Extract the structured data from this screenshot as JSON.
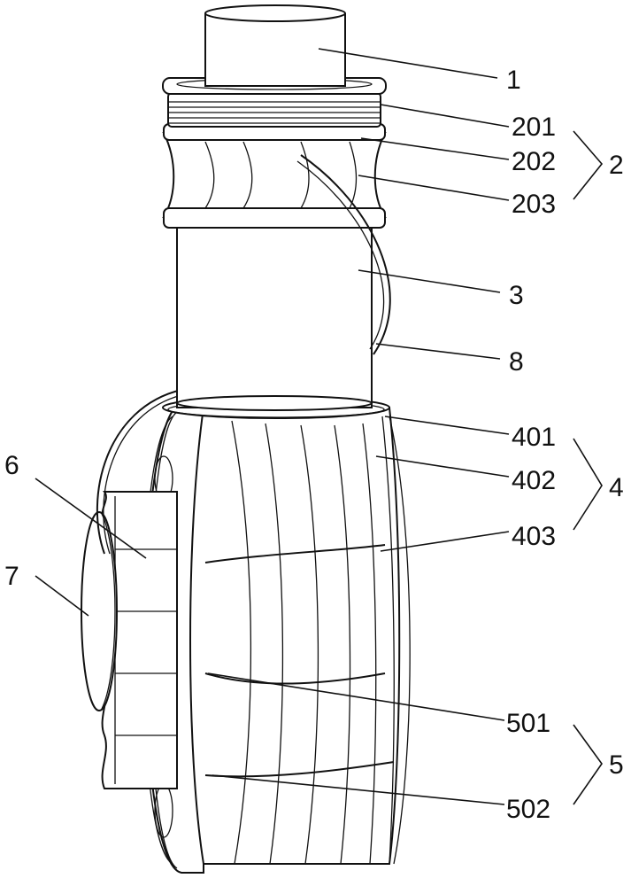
{
  "figure": {
    "labels": {
      "part_1": "1",
      "part_201": "201",
      "part_202": "202",
      "part_203": "203",
      "group_2": "2",
      "part_3": "3",
      "part_8": "8",
      "part_401": "401",
      "part_402": "402",
      "part_403": "403",
      "group_4": "4",
      "part_6": "6",
      "part_7": "7",
      "part_501": "501",
      "part_502": "502",
      "group_5": "5"
    },
    "colors": {
      "line": "#111111",
      "background": "#ffffff"
    }
  }
}
